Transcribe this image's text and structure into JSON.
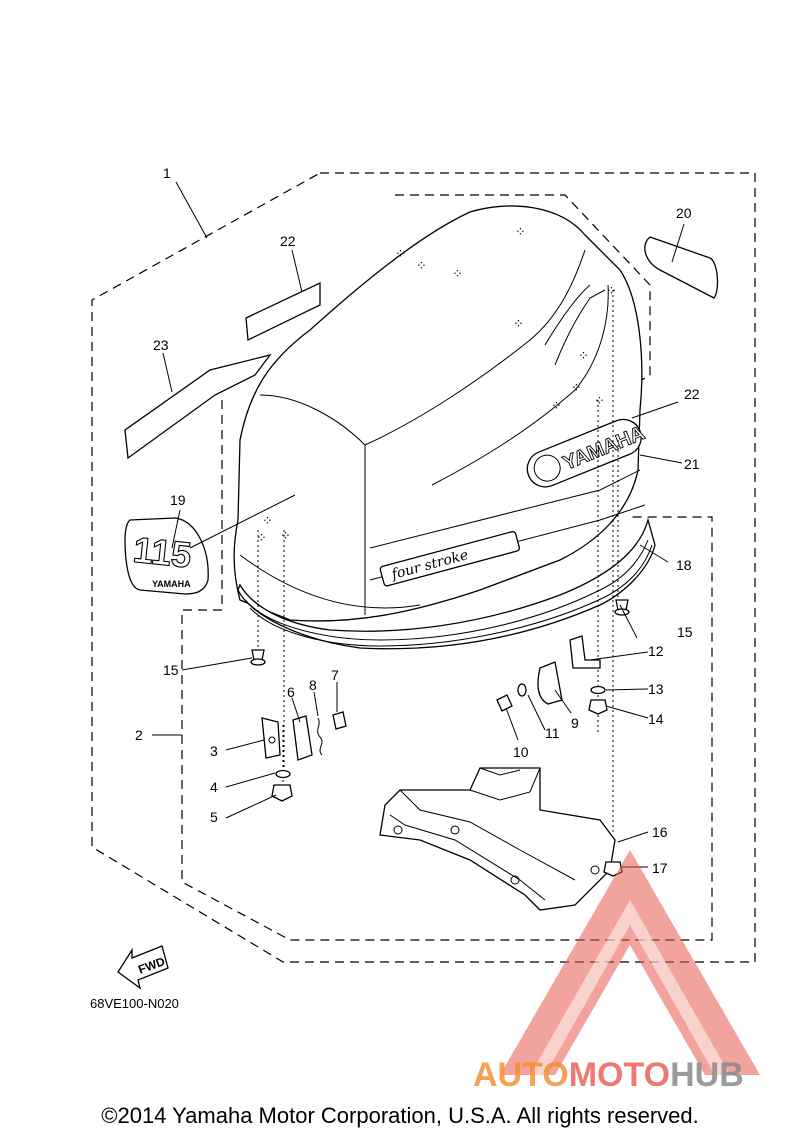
{
  "diagram_code": "68VE100-N020",
  "copyright": "©2014 Yamaha Motor Corporation, U.S.A. All rights reserved.",
  "fwd_label": "FWD",
  "cowling_texts": {
    "brand": "YAMAHA",
    "model_badge": "115",
    "model_badge_brand": "YAMAHA",
    "four_stroke": "four stroke"
  },
  "watermark": {
    "part1": "AUTO",
    "part2": "MOTO",
    "part3": "HUB",
    "colors": {
      "accent": "#f28c28",
      "red": "#e8584d",
      "gray": "#8a8a8a"
    }
  },
  "callouts": [
    "1",
    "2",
    "3",
    "4",
    "5",
    "6",
    "7",
    "8",
    "9",
    "10",
    "11",
    "12",
    "13",
    "14",
    "15",
    "15",
    "16",
    "17",
    "18",
    "19",
    "20",
    "21",
    "22",
    "22",
    "23"
  ]
}
